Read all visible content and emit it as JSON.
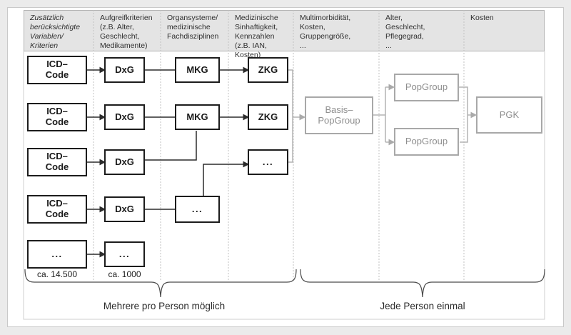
{
  "header": {
    "columns": [
      {
        "text": "Zusätzlich\nberücksichtigte\nVariablen/\nKriterien"
      },
      {
        "text": "Aufgreifkriterien\n(z.B. Alter,\nGeschlecht,\nMedikamente)"
      },
      {
        "text": "Organsysteme/\nmedizinische\nFachdisziplinen"
      },
      {
        "text": "Medizinische\nSinhaftigkeit,\nKennzahlen\n(z.B. IAN, Kosten)"
      },
      {
        "text": "Multimorbidität,\nKosten,\nGruppengröße,\n..."
      },
      {
        "text": "Alter,\nGeschlecht,\nPflegegrad,\n..."
      },
      {
        "text": "Kosten"
      }
    ]
  },
  "boxes": {
    "icd": [
      "ICD–\nCode",
      "ICD–\nCode",
      "ICD–\nCode",
      "ICD–\nCode",
      "..."
    ],
    "dxg": [
      "DxG",
      "DxG",
      "DxG",
      "DxG",
      "..."
    ],
    "mkg": [
      "MKG",
      "MKG",
      "..."
    ],
    "zkg": [
      "ZKG",
      "ZKG",
      "..."
    ],
    "basis_popgroup": "Basis–\nPopGroup",
    "popgroup_top": "PopGroup",
    "popgroup_bottom": "PopGroup",
    "pgk": "PGK"
  },
  "counts": {
    "icd": "ca. 14.500",
    "dxg": "ca. 1000"
  },
  "braces": {
    "left": "Mehrere pro Person möglich",
    "right": "Jede Person einmal"
  },
  "colors": {
    "per_person_stage": "#1c1c1c",
    "once_per_person_stage": "#a8a8a8",
    "header_band": "#e4e4e4"
  }
}
